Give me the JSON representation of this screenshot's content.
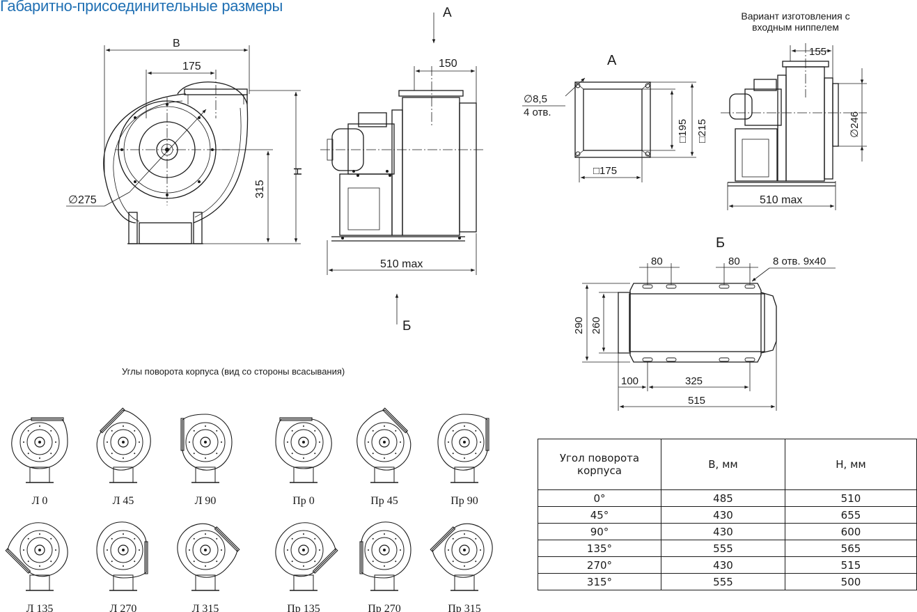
{
  "title": "Габаритно-присоединительные размеры",
  "front_view": {
    "dim_B": "B",
    "dim_175": "175",
    "dim_H": "H",
    "dim_315": "315",
    "dim_dia": "∅275"
  },
  "side_view": {
    "dim_150": "150",
    "dim_510": "510 max",
    "arrow_A": "A",
    "arrow_B": "Б"
  },
  "view_A": {
    "label": "A",
    "holes_dia": "∅8,5",
    "holes_count": "4 отв.",
    "dim_195": "□195",
    "dim_215": "□215",
    "dim_175": "□175"
  },
  "variant_view": {
    "caption_line1": "Вариант изготовления с",
    "caption_line2": "входным ниппелем",
    "dim_155": "155",
    "dim_246": "∅246",
    "dim_510": "510 max"
  },
  "view_B": {
    "label": "Б",
    "dim_80_left": "80",
    "dim_80_right": "80",
    "holes": "8 отв. 9х40",
    "dim_290": "290",
    "dim_260": "260",
    "dim_100": "100",
    "dim_325": "325",
    "dim_515": "515"
  },
  "rotation": {
    "subtitle": "Углы поворота корпуса (вид со стороны всасывания)",
    "variants": [
      {
        "label": "Л 0",
        "deg": 0,
        "hand": "left"
      },
      {
        "label": "Л 45",
        "deg": 45,
        "hand": "left"
      },
      {
        "label": "Л 90",
        "deg": 90,
        "hand": "left"
      },
      {
        "label": "Пр 0",
        "deg": 0,
        "hand": "right"
      },
      {
        "label": "Пр 45",
        "deg": 45,
        "hand": "right"
      },
      {
        "label": "Пр 90",
        "deg": 90,
        "hand": "right"
      },
      {
        "label": "Л 135",
        "deg": 135,
        "hand": "left"
      },
      {
        "label": "Л 270",
        "deg": 270,
        "hand": "left"
      },
      {
        "label": "Л 315",
        "deg": 315,
        "hand": "left"
      },
      {
        "label": "Пр 135",
        "deg": 135,
        "hand": "right"
      },
      {
        "label": "Пр 270",
        "deg": 270,
        "hand": "right"
      },
      {
        "label": "Пр 315",
        "deg": 315,
        "hand": "right"
      }
    ]
  },
  "angle_table": {
    "headers": [
      "Угол поворота корпуса",
      "B, мм",
      "H, мм"
    ],
    "rows": [
      [
        "0°",
        "485",
        "510"
      ],
      [
        "45°",
        "430",
        "655"
      ],
      [
        "90°",
        "430",
        "600"
      ],
      [
        "135°",
        "555",
        "565"
      ],
      [
        "270°",
        "430",
        "515"
      ],
      [
        "315°",
        "555",
        "500"
      ]
    ]
  }
}
